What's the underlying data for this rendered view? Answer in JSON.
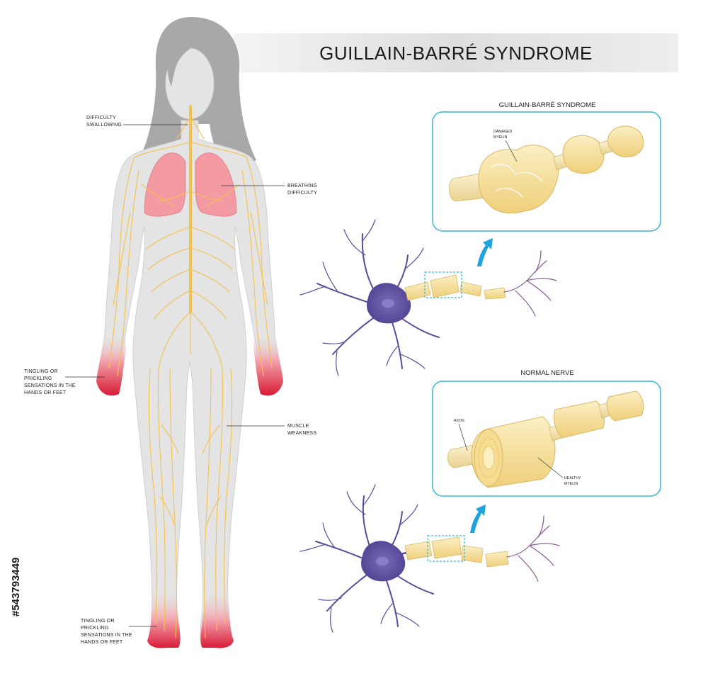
{
  "title": "GUILLAIN-BARRÉ SYNDROME",
  "panels": {
    "damaged": {
      "title": "GUILLAIN-BARRÉ SYNDROME",
      "label_line1": "DAMAGED",
      "label_line2": "MYELIN"
    },
    "normal": {
      "title": "NORMAL NERVE",
      "axon_label": "AXON",
      "myelin_line1": "HEALTHY",
      "myelin_line2": "MYELIN"
    }
  },
  "body_labels": {
    "swallowing": {
      "line1": "DIFFICULTY",
      "line2": "SWALLOWING"
    },
    "breathing": {
      "line1": "BREATHING",
      "line2": "DIFFICULTY"
    },
    "hands": {
      "line1": "TINGLING OR",
      "line2": "PRICKLING",
      "line3": "SENSATIONS IN THE",
      "line4": "HANDS OR FEET"
    },
    "muscle": {
      "line1": "MUSCLE",
      "line2": "WEAKNESS"
    },
    "feet": {
      "line1": "TINGLING OR",
      "line2": "PRICKLING",
      "line3": "SENSATIONS IN THE",
      "line4": "HANDS OR FEET"
    }
  },
  "stock_id": "#543793449",
  "colors": {
    "banner": "#e6e6e6",
    "panel_border": "#35b6d6",
    "arrow": "#1ea3dc",
    "nerve": "#f2c14e",
    "body": "#e4e4e4",
    "lungs": "#f39aa3",
    "neuron": "#5b4b9b",
    "myelin": "#f8e3a0",
    "symptom_red": "#e0203a"
  }
}
